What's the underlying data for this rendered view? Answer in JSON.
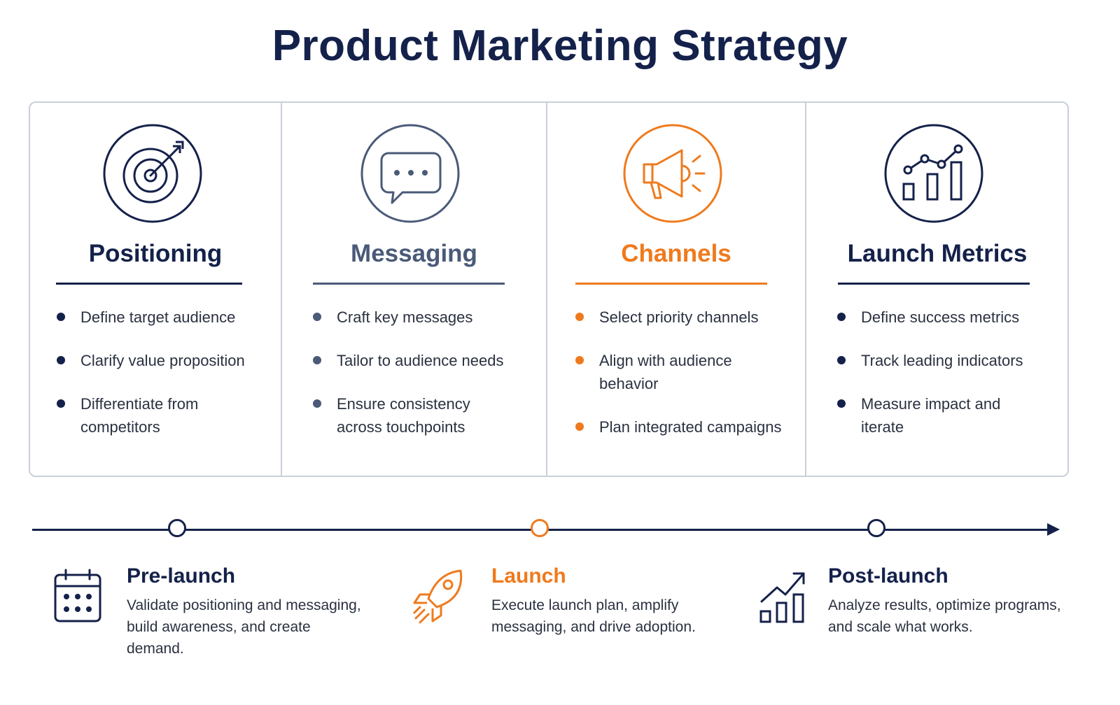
{
  "title": "Product Marketing Strategy",
  "colors": {
    "navy": "#14214a",
    "slate": "#4a5a78",
    "orange": "#ef7a1d",
    "border": "#c9cfd9"
  },
  "columns": [
    {
      "title": "Positioning",
      "icon": "target-arrow-icon",
      "bullets": [
        "Define target audience",
        "Clarify value proposition",
        "Differentiate from competitors"
      ]
    },
    {
      "title": "Messaging",
      "icon": "speech-bubble-icon",
      "bullets": [
        "Craft key messages",
        "Tailor to audience needs",
        "Ensure consistency across touchpoints"
      ]
    },
    {
      "title": "Channels",
      "icon": "megaphone-icon",
      "bullets": [
        "Select priority channels",
        "Align with audience behavior",
        "Plan integrated campaigns"
      ]
    },
    {
      "title": "Launch Metrics",
      "icon": "bar-chart-trend-icon",
      "bullets": [
        "Define success metrics",
        "Track leading indicators",
        "Measure impact and iterate"
      ]
    }
  ],
  "phases": [
    {
      "title": "Pre-launch",
      "icon": "calendar-icon",
      "description": "Validate positioning and messaging, build awareness, and create demand."
    },
    {
      "title": "Launch",
      "icon": "rocket-icon",
      "description": "Execute launch plan, amplify messaging, and drive adoption."
    },
    {
      "title": "Post-launch",
      "icon": "growth-chart-icon",
      "description": "Analyze results, optimize programs, and scale what works."
    }
  ]
}
